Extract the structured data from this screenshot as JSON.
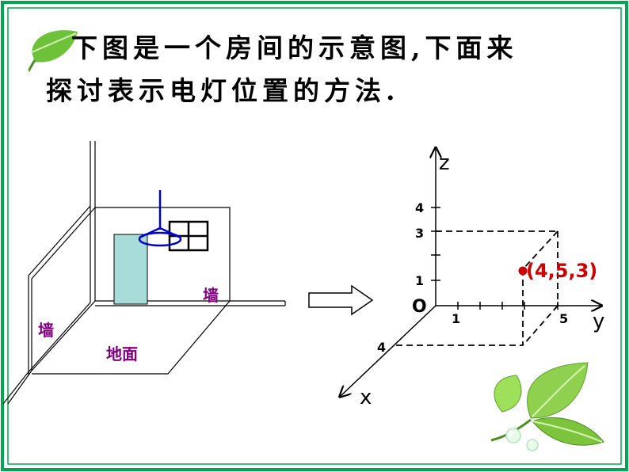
{
  "slide": {
    "title_line1": "下图是一个房间的示意图,下面来",
    "title_line2": "探讨表示电灯位置的方法.",
    "room": {
      "wall_right_label": "墙",
      "wall_left_label": "墙",
      "floor_label": "地面"
    },
    "axes": {
      "z_label": "z",
      "y_label": "y",
      "x_label": "x",
      "origin_label": "O",
      "z_ticks": [
        "4",
        "3",
        "1"
      ],
      "y_ticks": [
        "1",
        "5"
      ],
      "x_ticks": [
        "4"
      ],
      "point_label": "(4,5,3)"
    },
    "colors": {
      "border": "#00a651",
      "point": "#cc0000",
      "wall_text": "#800080",
      "lamp": "#0000cc",
      "door": "#a8dcd8"
    },
    "icons": [
      "leaf-icon",
      "arrow-icon",
      "leaves-decoration-icon"
    ]
  }
}
